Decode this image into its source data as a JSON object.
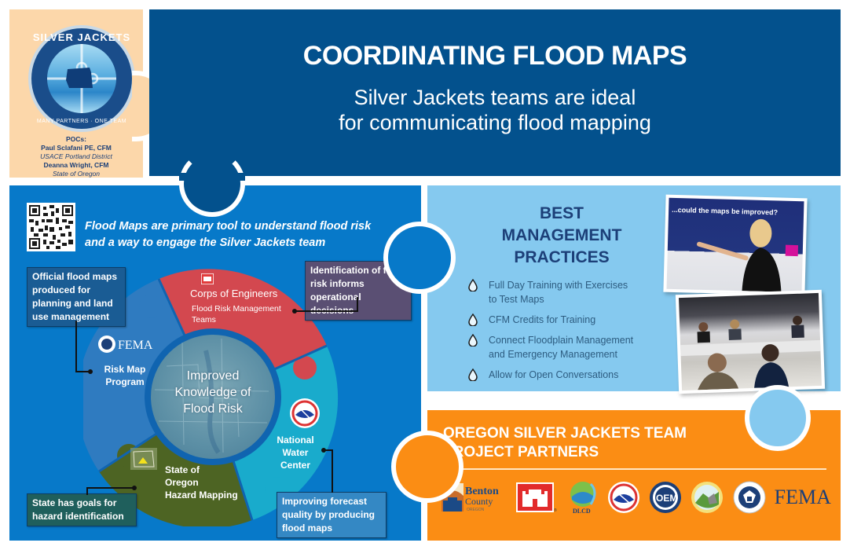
{
  "poc": {
    "logo": {
      "top_text": "SILVER JACKETS",
      "bottom_text": "MANY PARTNERS · ONE TEAM",
      "icon": "oregon-puzzle-icon"
    },
    "heading": "POCs:",
    "contacts": [
      {
        "name": "Paul Sclafani PE, CFM",
        "org": "USACE Portland District"
      },
      {
        "name": "Deanna Wright, CFM",
        "org": "State of Oregon"
      }
    ]
  },
  "header": {
    "title": "COORDINATING FLOOD MAPS",
    "subtitle_line1": "Silver Jackets teams are ideal",
    "subtitle_line2": "for communicating flood mapping"
  },
  "flood_maps": {
    "intro_line1": "Flood Maps are primary tool to understand flood risk",
    "intro_line2": "and a way to engage the Silver Jackets team",
    "qr_icon": "qr-code-icon",
    "center": {
      "line1": "Improved",
      "line2": "Knowledge of",
      "line3": "Flood Risk"
    },
    "segments": [
      {
        "id": "fema",
        "logo": "FEMA",
        "label_line1": "Risk Map",
        "label_line2": "Program",
        "color": "#2f7bc0"
      },
      {
        "id": "usace",
        "title": "Corps of Engineers",
        "label_line1": "Flood Risk Management",
        "label_line2": "Teams",
        "color": "#d3484f"
      },
      {
        "id": "nwc",
        "label_line1": "National",
        "label_line2": "Water",
        "label_line3": "Center",
        "color": "#19abcc"
      },
      {
        "id": "oregon",
        "label_line1": "State of",
        "label_line2": "Oregon",
        "label_line3": "Hazard Mapping",
        "color": "#4d6423"
      }
    ],
    "callouts": {
      "official": "Official flood maps produced for planning and land use management",
      "identify": "Identification of flood risk informs operational decisions",
      "state": "State has goals for hazard identification",
      "improve": "Improving forecast quality by producing flood maps"
    }
  },
  "best_practices": {
    "title_line1": "BEST",
    "title_line2": "MANAGEMENT",
    "title_line3": "PRACTICES",
    "items": [
      {
        "line1": "Full Day Training with Exercises",
        "line2": "to Test Maps"
      },
      {
        "line1": "CFM Credits for Training",
        "line2": ""
      },
      {
        "line1": "Connect Floodplain Management",
        "line2": "and Emergency Management"
      },
      {
        "line1": "Allow for Open Conversations",
        "line2": ""
      }
    ],
    "photos": [
      {
        "caption": "...could the maps be improved?",
        "icon": "presentation-photo"
      },
      {
        "icon": "workshop-photo"
      }
    ]
  },
  "partners": {
    "title_line1": "OREGON SILVER JACKETS TEAM",
    "title_line2": "PROJECT PARTNERS",
    "logos": [
      {
        "name": "Benton County",
        "sub": "OREGON",
        "icon": "benton-county-logo"
      },
      {
        "name": "USACE",
        "icon": "usace-castle-logo"
      },
      {
        "name": "DLCD",
        "icon": "dlcd-logo"
      },
      {
        "name": "NWS",
        "icon": "national-weather-service-logo"
      },
      {
        "name": "OEM",
        "icon": "oem-logo"
      },
      {
        "name": "DOGAMI",
        "icon": "oregon-geology-logo"
      },
      {
        "name": "DHS",
        "icon": "dhs-seal-logo"
      },
      {
        "name": "FEMA",
        "icon": "fema-wordmark"
      }
    ]
  },
  "colors": {
    "title_bg": "#03518d",
    "flood_bg": "#0779c9",
    "bmp_bg": "#85c9ef",
    "partners_bg": "#fb8d14",
    "poc_bg": "#fcd7aa",
    "text_dark_blue": "#1c3f78"
  }
}
